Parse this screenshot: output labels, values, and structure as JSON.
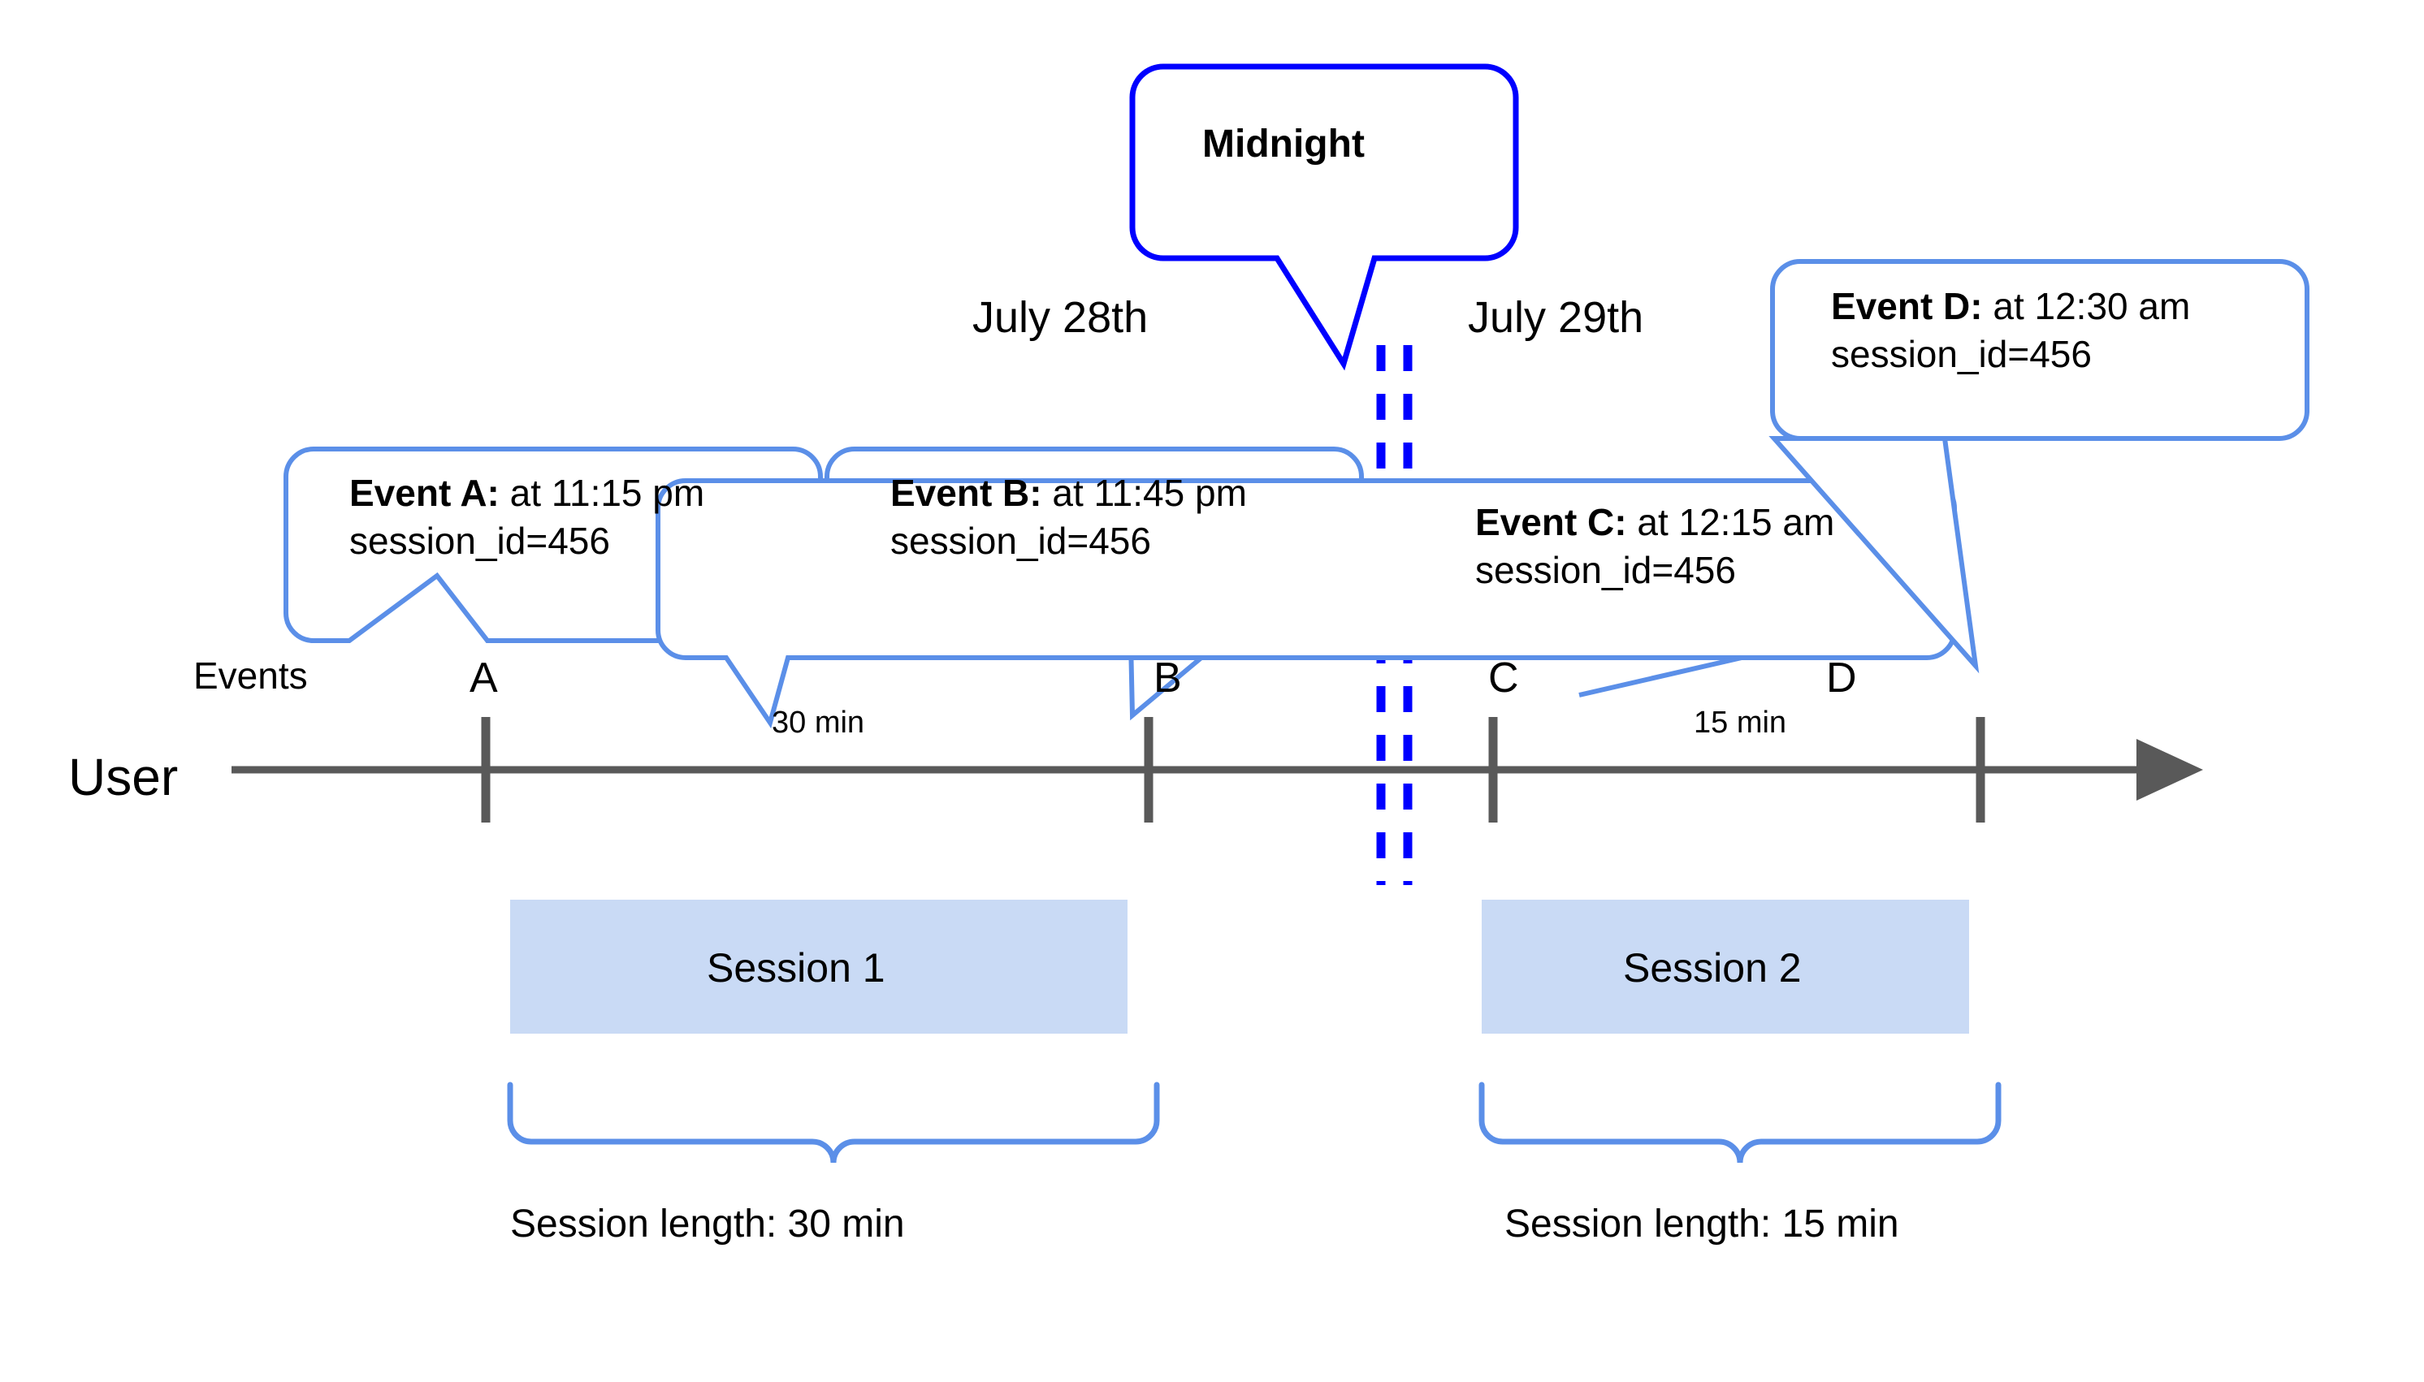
{
  "diagram": {
    "title_note": "Midnight",
    "axis_label": "User",
    "events_label": "Events",
    "dates": {
      "left": "July 28th",
      "right": "July 29th"
    },
    "event_markers": [
      {
        "id": "A",
        "label": "A"
      },
      {
        "id": "B",
        "label": "B"
      },
      {
        "id": "C",
        "label": "C"
      },
      {
        "id": "D",
        "label": "D"
      }
    ],
    "callouts": [
      {
        "id": "A",
        "title": "Event A:",
        "time": " at 11:15 pm",
        "detail": "session_id=456"
      },
      {
        "id": "B",
        "title": "Event B:",
        "time": " at 11:45 pm",
        "detail": "session_id=456"
      },
      {
        "id": "C",
        "title": "Event C:",
        "time": " at 12:15 am",
        "detail": "session_id=456"
      },
      {
        "id": "D",
        "title": "Event D:",
        "time": " at 12:30 am",
        "detail": "session_id=456"
      }
    ],
    "durations": [
      {
        "between": "A-B",
        "label": "30 min"
      },
      {
        "between": "C-D",
        "label": "15 min"
      }
    ],
    "sessions": [
      {
        "name": "Session 1",
        "length_label": "Session length: 30 min"
      },
      {
        "name": "Session 2",
        "length_label": "Session length: 15 min"
      }
    ],
    "colors": {
      "midnight_blue": "#0000FF",
      "callout_blue": "#5B8FE8",
      "session_fill": "#C9DAF5",
      "axis_gray": "#595959",
      "text_black": "#000000"
    }
  }
}
